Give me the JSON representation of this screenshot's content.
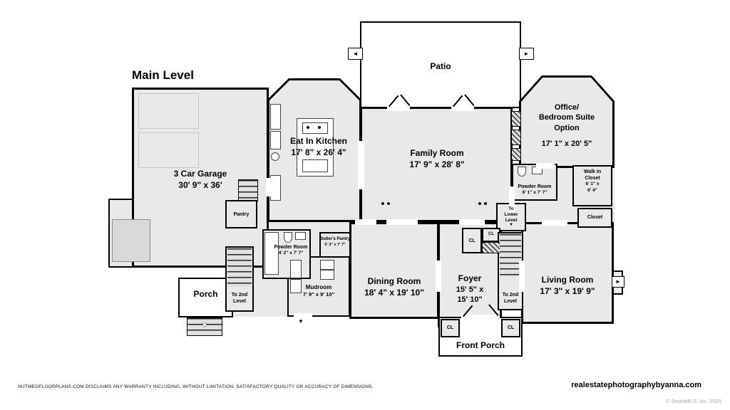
{
  "title": "Main Level",
  "rooms": {
    "patio": {
      "name": "Patio"
    },
    "garage": {
      "name": "3 Car Garage",
      "dims": "30' 9\" x 36'"
    },
    "kitchen": {
      "name": "Eat In Kitchen",
      "dims": "17' 8\" x 26' 4\""
    },
    "family": {
      "name": "Family Room",
      "dims": "17' 9\" x 28' 8\""
    },
    "office": {
      "line1": "Office/",
      "line2": "Bedroom Suite",
      "line3": "Option",
      "dims": "17' 1\" x 20' 5\""
    },
    "powder_right": {
      "name": "Powder Room",
      "dims": "6' 1\" x 7' 7\""
    },
    "walk_in": {
      "line1": "Walk In",
      "line2": "Closet",
      "dims1": "6' 1\" x",
      "dims2": "6' 4\""
    },
    "closet": {
      "name": "Closet"
    },
    "to_lower": {
      "line1": "To",
      "line2": "Lower",
      "line3": "Level"
    },
    "dining": {
      "name": "Dining Room",
      "dims": "18' 4\" x 19' 10\""
    },
    "foyer": {
      "name": "Foyer",
      "dims1": "15' 5\" x",
      "dims2": "15' 10\""
    },
    "living": {
      "name": "Living Room",
      "dims": "17' 3\" x 19' 9\""
    },
    "mudroom": {
      "name": "Mudroom",
      "dims": "7' 9\" x 9' 10\""
    },
    "powder_left": {
      "name": "Powder Room",
      "dims": "4' 2\" x 7' 7\""
    },
    "butlers_pantry": {
      "name": "Butler's Pantry",
      "dims": "5' 3\" x 7' 7\""
    },
    "pantry": {
      "name": "Pantry"
    },
    "stairs_up_left": {
      "line1": "To 2nd",
      "line2": "Level"
    },
    "stairs_up_right": {
      "line1": "To 2nd",
      "line2": "Level"
    },
    "porch": {
      "name": "Porch"
    },
    "front_porch": {
      "name": "Front Porch"
    },
    "closet_label": "CL"
  },
  "icons": {
    "down_arrow": "▼",
    "left_arrow": "◄",
    "right_arrow": "►"
  },
  "footer": {
    "disclaimer": "NUTMEGFLOORPLANS.COM DISCLAIMS ANY WARRANTY INCLUDING, WITHOUT LIMITATION, SATISFACTORY QUALITY OR ACCURACY OF DIMENSIONS.",
    "website": "realestatephotographybyanna.com",
    "copyright": "© SmartMLS, Inc. 2025"
  },
  "colors": {
    "wall": "#000000",
    "room_fill": "#e9e9e9",
    "outdoor_fill": "#ffffff"
  }
}
